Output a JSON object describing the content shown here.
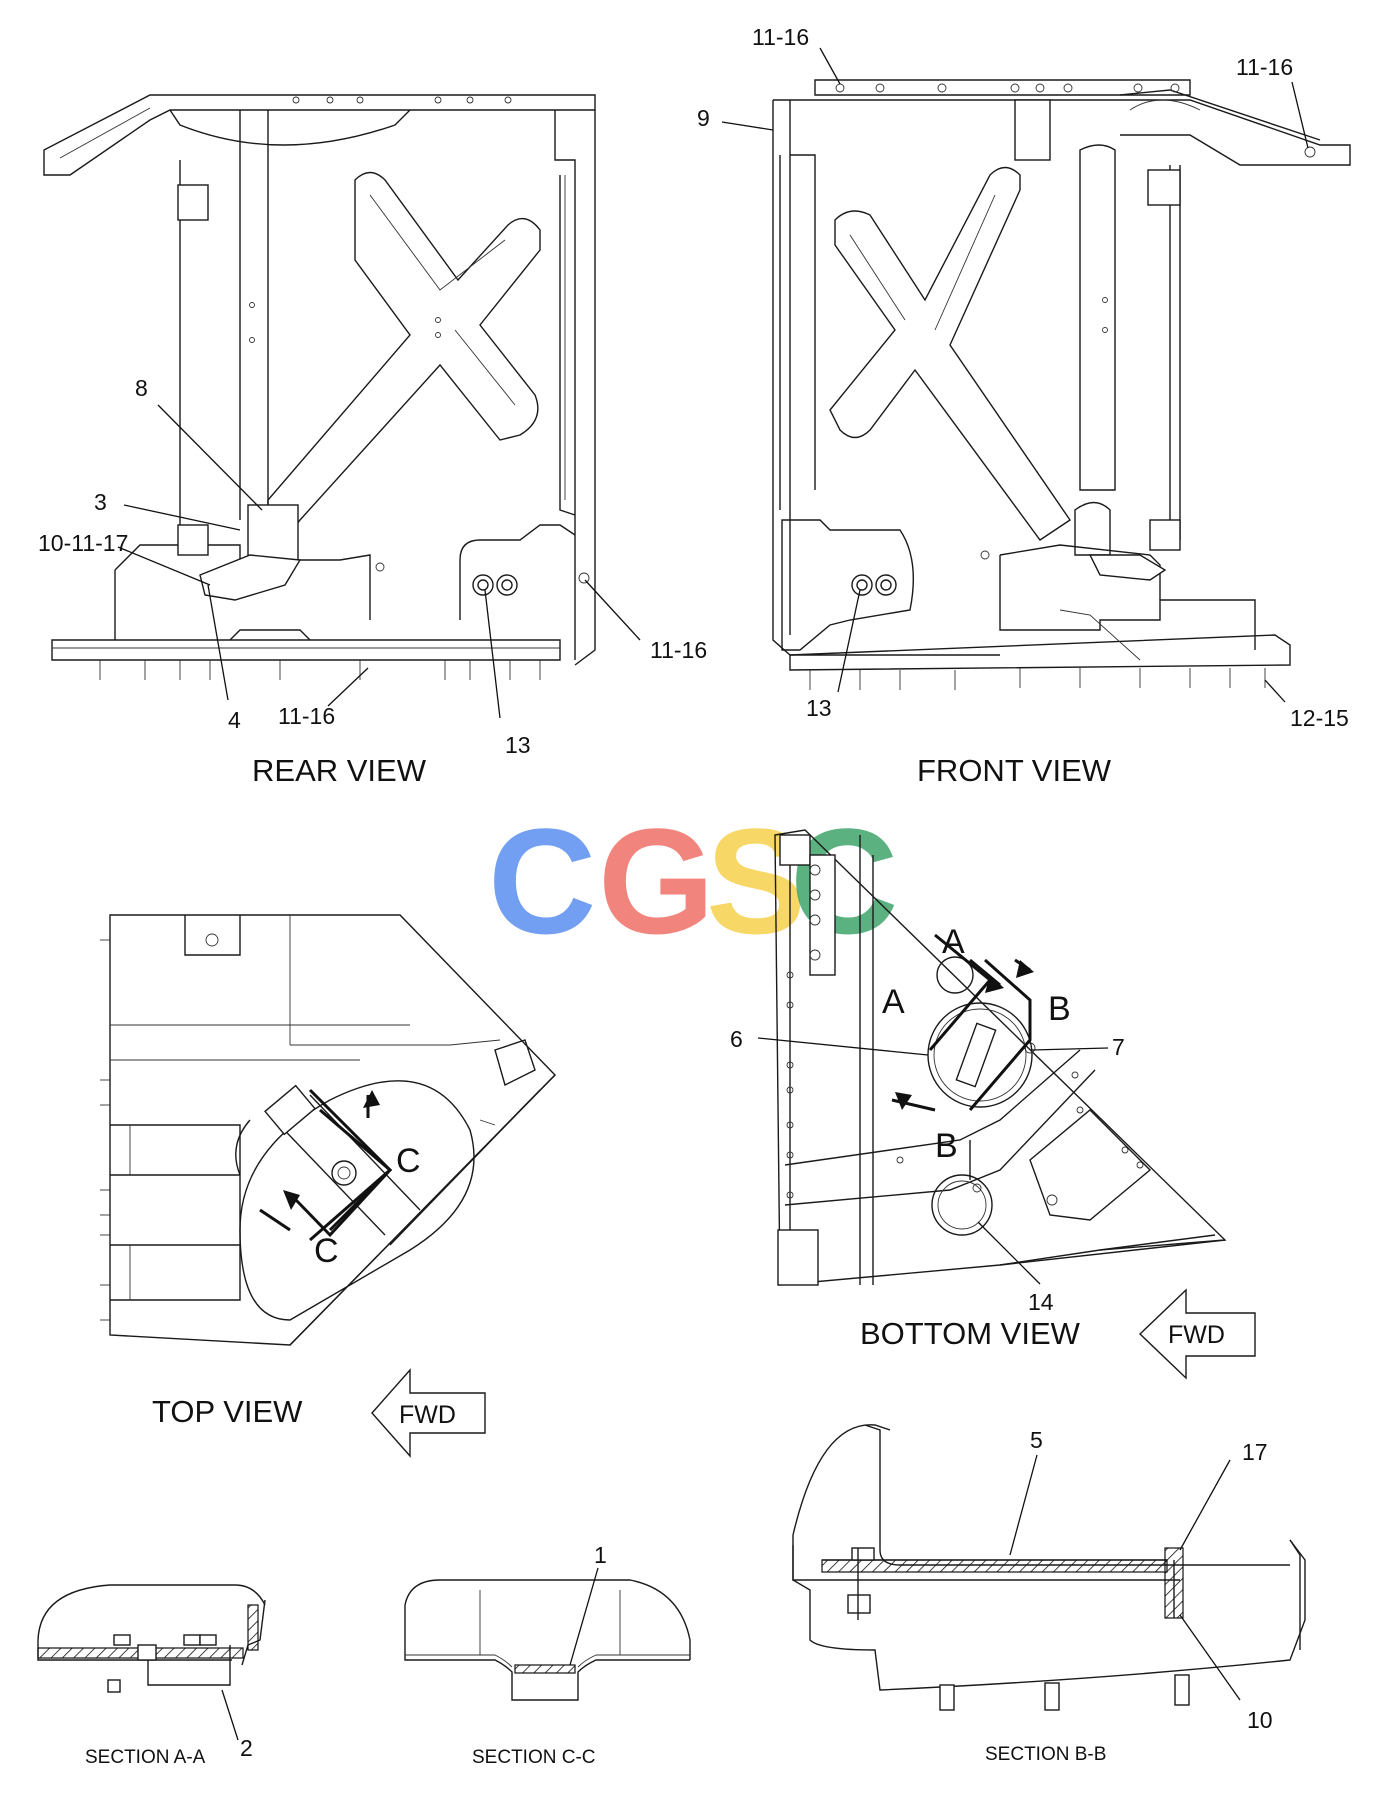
{
  "watermark": {
    "letters": [
      "C",
      "G",
      "S",
      "C"
    ],
    "colors": [
      "#5b8ff0",
      "#ef6f67",
      "#f6d14c",
      "#3fa56a"
    ]
  },
  "views": {
    "rear": {
      "title": "REAR VIEW",
      "callouts": [
        "8",
        "3",
        "10-11-17",
        "4",
        "11-16",
        "13",
        "11-16"
      ]
    },
    "front": {
      "title": "FRONT VIEW",
      "callouts": [
        "11-16",
        "11-16",
        "9",
        "13",
        "12-15"
      ]
    },
    "top": {
      "title": "TOP VIEW",
      "section_labels": [
        "C",
        "C"
      ],
      "fwd_label": "FWD"
    },
    "bottom": {
      "title": "BOTTOM VIEW",
      "section_labels": [
        "A",
        "A",
        "B",
        "B"
      ],
      "callouts": [
        "6",
        "7",
        "14"
      ],
      "fwd_label": "FWD"
    }
  },
  "sections": {
    "aa": {
      "title": "SECTION A-A",
      "callouts": [
        "2"
      ]
    },
    "cc": {
      "title": "SECTION C-C",
      "callouts": [
        "1"
      ]
    },
    "bb": {
      "title": "SECTION B-B",
      "callouts": [
        "5",
        "17",
        "10"
      ]
    }
  }
}
